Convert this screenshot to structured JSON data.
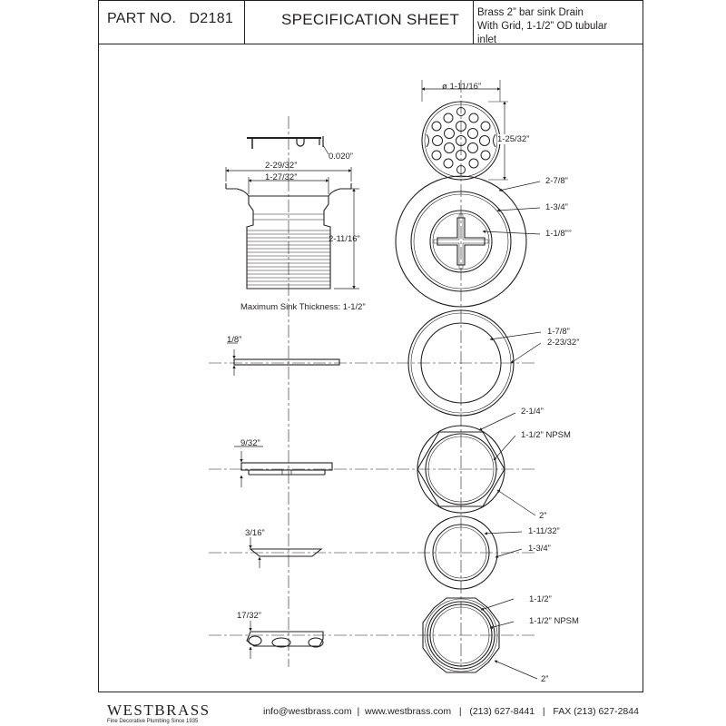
{
  "header": {
    "part_label": "PART NO.",
    "part_number": "D2181",
    "title": "SPECIFICATION SHEET",
    "description_lines": [
      "Brass 2” bar sink Drain",
      "With Grid,  1-1/2” OD tubular",
      "inlet"
    ]
  },
  "dimensions": {
    "grid_thickness": "0.020”",
    "flange_width": "2-29/32”",
    "body_width": "1-27/32”",
    "body_height": "2-11/16”",
    "max_sink_thickness": "Maximum Sink Thickness: 1-1/2”",
    "grid_diameter": "ø 1-11/16”",
    "grid_height": "1-25/32”",
    "top_outer": "2-7/8”",
    "top_middle": "1-3/4”",
    "top_inner": "1-1/8”’’",
    "washer_thickness": "1/8”",
    "washer_inner": "1-7/8”",
    "washer_outer": "2-23/32”",
    "nut_thickness": "9/32”",
    "nut_outer": "2-1/4”",
    "nut_thread": "1-1/2” NPSM",
    "nut_flats": "2”",
    "friction_thickness": "3/16”",
    "friction_outer": "1-11/32”",
    "friction_inner": "1-3/4”",
    "coupling_thickness": "17/32”",
    "coupling_inner": "1-1/2”",
    "coupling_thread": "1-1/2” NPSM",
    "coupling_flats": "2”"
  },
  "footer": {
    "brand": "WESTBRASS",
    "tagline": "Fine Decorative Plumbing Since 1935",
    "contact": "info@westbrass.com  |  www.westbrass.com   |   (213) 627-8441   |   FAX (213) 627-2844"
  }
}
